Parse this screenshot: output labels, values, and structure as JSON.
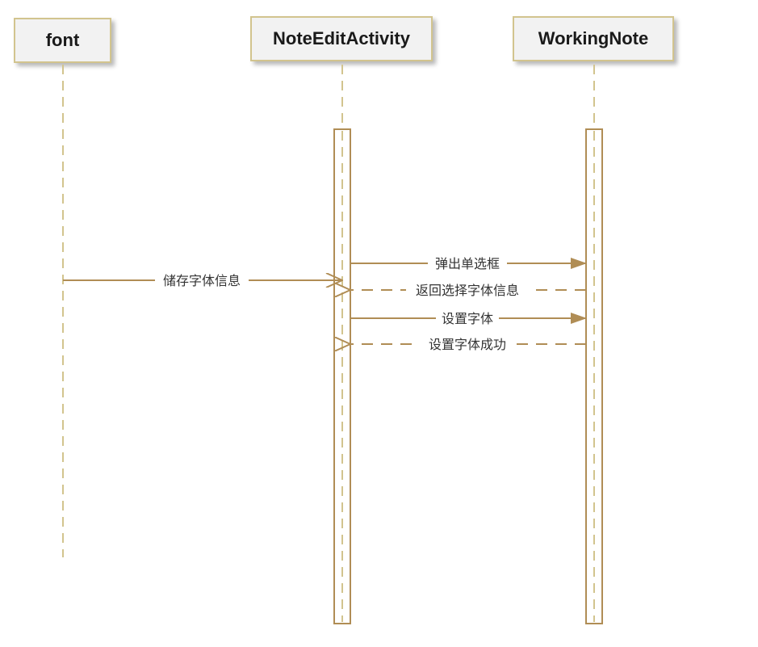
{
  "participants": [
    {
      "id": "font",
      "label": "font"
    },
    {
      "id": "note_edit_activity",
      "label": "NoteEditActivity"
    },
    {
      "id": "working_note",
      "label": "WorkingNote"
    }
  ],
  "messages": [
    {
      "from": "font",
      "to": "note_edit_activity",
      "label": "储存字体信息",
      "style": "solid",
      "arrow": "open"
    },
    {
      "from": "note_edit_activity",
      "to": "working_note",
      "label": "弹出单选框",
      "style": "solid",
      "arrow": "filled"
    },
    {
      "from": "working_note",
      "to": "note_edit_activity",
      "label": "返回选择字体信息",
      "style": "dashed",
      "arrow": "open"
    },
    {
      "from": "note_edit_activity",
      "to": "working_note",
      "label": "设置字体",
      "style": "solid",
      "arrow": "filled"
    },
    {
      "from": "working_note",
      "to": "note_edit_activity",
      "label": "设置字体成功",
      "style": "dashed",
      "arrow": "open"
    }
  ],
  "colors": {
    "line": "#b08d55",
    "lifeline_dash": "#d2c48e",
    "box_fill": "#f2f2f2",
    "box_border": "#d2c48e",
    "text": "#333333"
  }
}
